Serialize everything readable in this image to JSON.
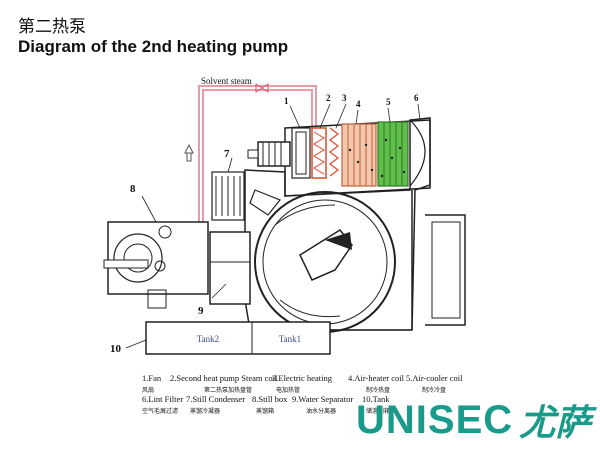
{
  "title_cn": "第二热泵",
  "title_en": "Diagram of the 2nd heating pump",
  "diagram": {
    "solvent_steam_label": "Solvent steam",
    "tank2_label": "Tank2",
    "tank1_label": "Tank1",
    "callouts": [
      "1",
      "2",
      "3",
      "4",
      "5",
      "6",
      "7",
      "8",
      "9",
      "10"
    ]
  },
  "legend": {
    "rows": [
      [
        {
          "en": "1.Fan",
          "cn": "风扇"
        },
        {
          "en": "2.Second heat pump Steam coil",
          "cn": "第二热泵加热盘管"
        },
        {
          "en": "3.Electric heating",
          "cn": "电加热管"
        },
        {
          "en": "4.Air-heater coil",
          "cn": "制冷热盘"
        },
        {
          "en": "5.Air-cooler coil",
          "cn": "制冷冷盘"
        }
      ],
      [
        {
          "en": "6.Lint Filter",
          "cn": "空气毛屑过滤"
        },
        {
          "en": "7.Still  Condenser",
          "cn": "蒸馏冷凝器"
        },
        {
          "en": "8.Still  box",
          "cn": "蒸馏箱"
        },
        {
          "en": "9.Water Separator",
          "cn": "油水分离器"
        },
        {
          "en": "10.Tank",
          "cn": "储溶剂箱"
        }
      ]
    ]
  },
  "brand": {
    "name": "UNISEC",
    "name_cn": "尤萨",
    "color": "#1a9a8a"
  },
  "colors": {
    "steam_pipe": "#e89aa6",
    "heater_coil": "#e04a2a",
    "air_heater": "#e39a6e",
    "air_cooler": "#5fbf4a",
    "line": "#222222"
  }
}
